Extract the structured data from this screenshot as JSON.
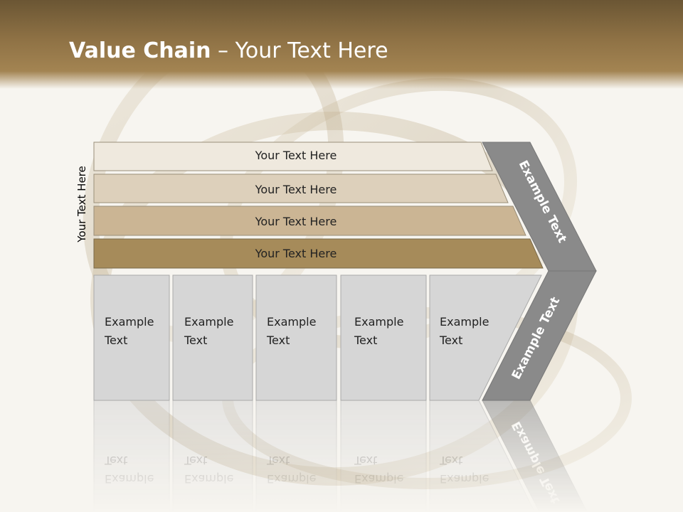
{
  "title": {
    "bold": "Value Chain",
    "rest": " – Your Text Here"
  },
  "side_label": "Your Text Here",
  "bars": [
    {
      "label": "Your Text Here",
      "color": "#efe9de"
    },
    {
      "label": "Your Text Here",
      "color": "#ddd0bb"
    },
    {
      "label": "Your Text Here",
      "color": "#cbb594"
    },
    {
      "label": "Your Text Here",
      "color": "#a68b5a"
    }
  ],
  "boxes": [
    {
      "line1": "Example",
      "line2": "Text"
    },
    {
      "line1": "Example",
      "line2": "Text"
    },
    {
      "line1": "Example",
      "line2": "Text"
    },
    {
      "line1": "Example",
      "line2": "Text"
    },
    {
      "line1": "Example",
      "line2": "Text"
    }
  ],
  "chevron": {
    "upper": "Example Text",
    "lower": "Example Text",
    "color": "#8a8a8a"
  },
  "box_color": "#d6d6d6",
  "header_color": "#8f7245"
}
